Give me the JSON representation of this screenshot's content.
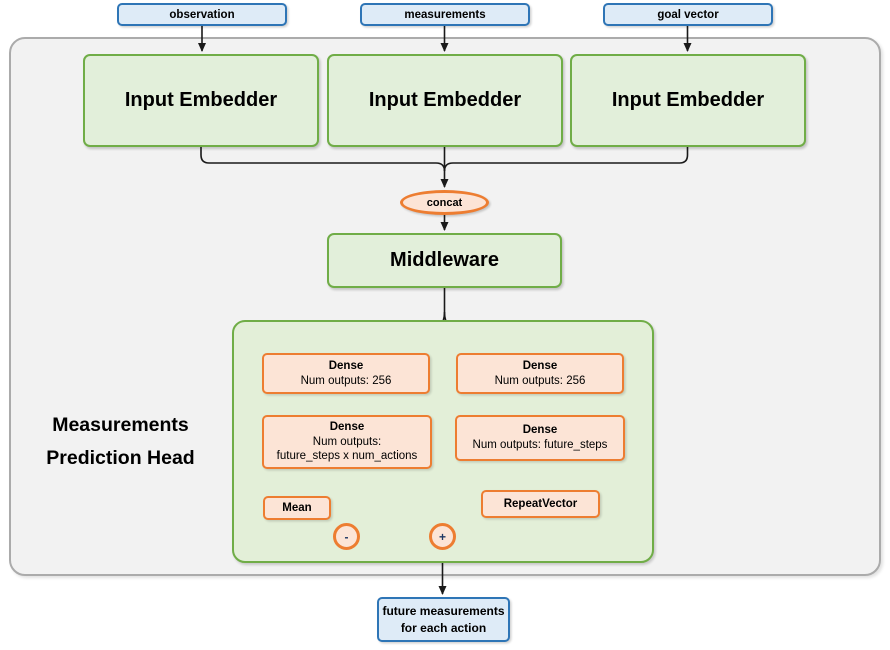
{
  "diagram": {
    "inputs": [
      {
        "label": "observation"
      },
      {
        "label": "measurements"
      },
      {
        "label": "goal vector"
      }
    ],
    "embedders": [
      {
        "label": "Input Embedder"
      },
      {
        "label": "Input Embedder"
      },
      {
        "label": "Input Embedder"
      }
    ],
    "concat": {
      "label": "concat"
    },
    "middleware": {
      "label": "Middleware"
    },
    "head": {
      "title": {
        "line1": "Measurements",
        "line2": "Prediction Head"
      },
      "dense_top_left": {
        "title": "Dense",
        "subtitle": "Num outputs: 256"
      },
      "dense_top_right": {
        "title": "Dense",
        "subtitle": "Num outputs: 256"
      },
      "dense_bottom_left": {
        "title": "Dense",
        "subtitle": "Num outputs:",
        "subtitle2": "future_steps x num_actions"
      },
      "dense_bottom_right": {
        "title": "Dense",
        "subtitle": "Num outputs: future_steps"
      },
      "mean": {
        "label": "Mean"
      },
      "repeat_vector": {
        "label": "RepeatVector"
      },
      "minus": {
        "label": "-"
      },
      "plus": {
        "label": "+"
      }
    },
    "output": {
      "line1": "future measurements",
      "line2": "for each action"
    },
    "colors": {
      "blue_border": "#2E75B6",
      "blue_fill": "#DEEBF7",
      "green_border": "#70AD47",
      "green_fill": "#E2EFDA",
      "orange_border": "#ED7D31",
      "orange_fill": "#FCE4D6",
      "frame_fill": "#F2F2F2",
      "frame_border": "#ABABAB",
      "wire": "#1A1A1A"
    }
  }
}
